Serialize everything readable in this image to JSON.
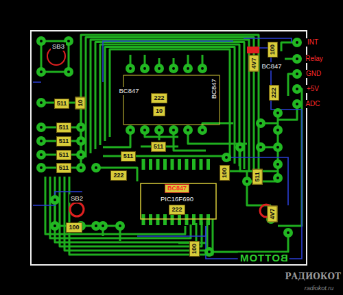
{
  "diagram": {
    "labels": [
      "SB3",
      "INT",
      "Relay",
      "GND",
      "+5V",
      "ADC",
      "100",
      "4V7",
      "BC847",
      "222",
      "BC847",
      "BC847",
      "222",
      "10",
      "10",
      "511",
      "511",
      "511",
      "511",
      "511",
      "511",
      "511",
      "222",
      "BC847",
      "PIC16F690",
      "222",
      "100",
      "511",
      "SB2",
      "100",
      "4V7",
      "100",
      "BOTTOM",
      "radiokot.ru",
      "РАДИОКОТ"
    ]
  }
}
